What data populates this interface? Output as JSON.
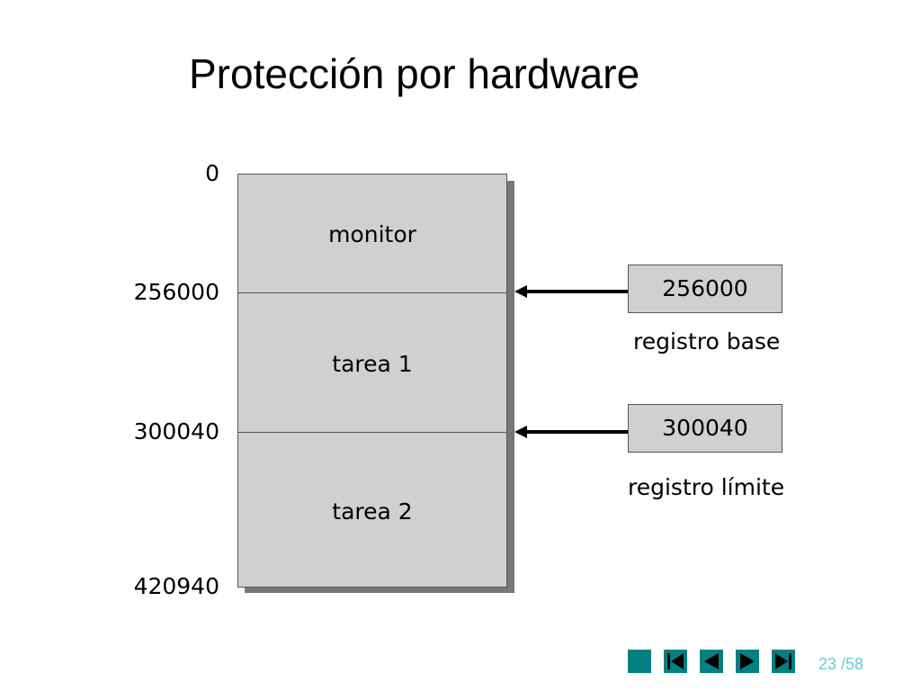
{
  "slide": {
    "title": "Protección por hardware"
  },
  "memory": {
    "addresses": [
      "0",
      "256000",
      "300040",
      "420940"
    ],
    "segments": [
      "monitor",
      "tarea 1",
      "tarea 2"
    ]
  },
  "registers": [
    {
      "value": "256000",
      "caption": "registro base"
    },
    {
      "value": "300040",
      "caption": "registro límite"
    }
  ],
  "navigation": {
    "current_page": "23",
    "total_pages": "/58",
    "buttons": [
      "home-icon",
      "first-icon",
      "previous-icon",
      "next-icon",
      "last-icon"
    ]
  },
  "colors": {
    "accent": "#008080",
    "box_fill": "#d0d0d0",
    "pager_text": "#66cccc"
  }
}
